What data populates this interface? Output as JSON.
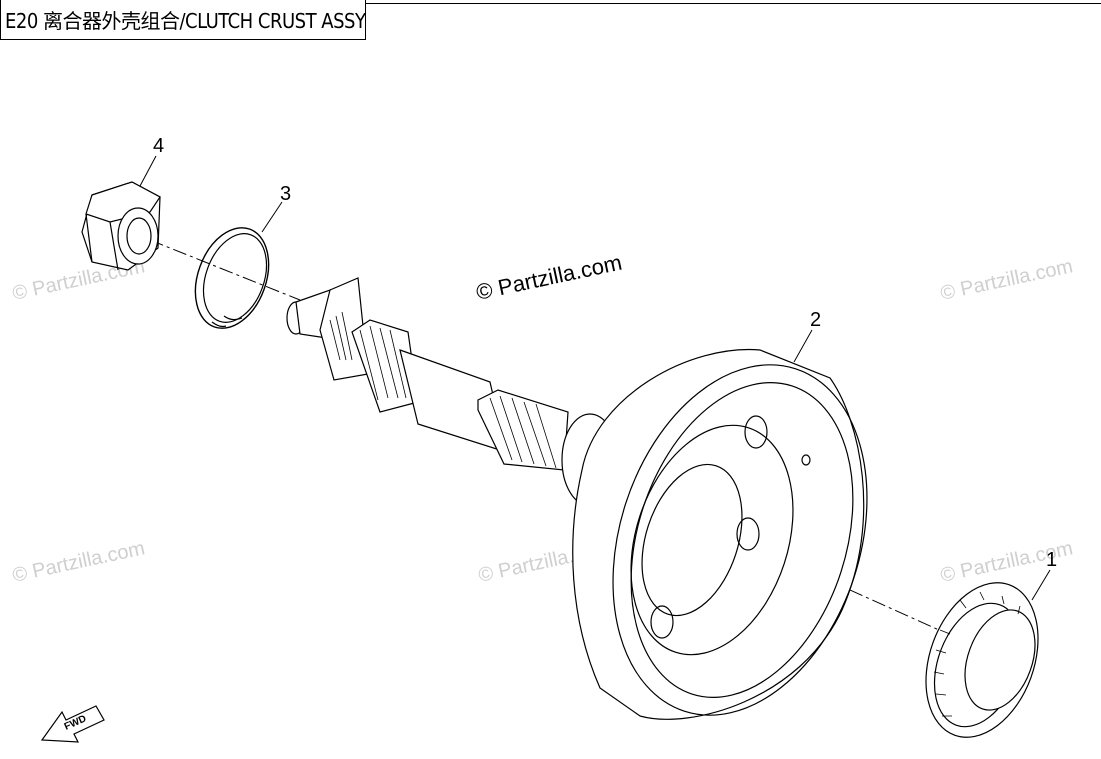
{
  "header": {
    "title": "E20 离合器外壳组合/CLUTCH CRUST ASSY"
  },
  "watermark": {
    "main": "© Partzilla.com",
    "faint": "© Partzilla.com"
  },
  "callouts": [
    {
      "label": "1",
      "part": "one-way-clutch"
    },
    {
      "label": "2",
      "part": "clutch-housing-shaft"
    },
    {
      "label": "3",
      "part": "snap-ring"
    },
    {
      "label": "4",
      "part": "hex-nut"
    }
  ],
  "fwd": {
    "label": "FWD"
  },
  "colors": {
    "line": "#000000",
    "watermark": "#cfcfcf",
    "background": "#ffffff"
  }
}
